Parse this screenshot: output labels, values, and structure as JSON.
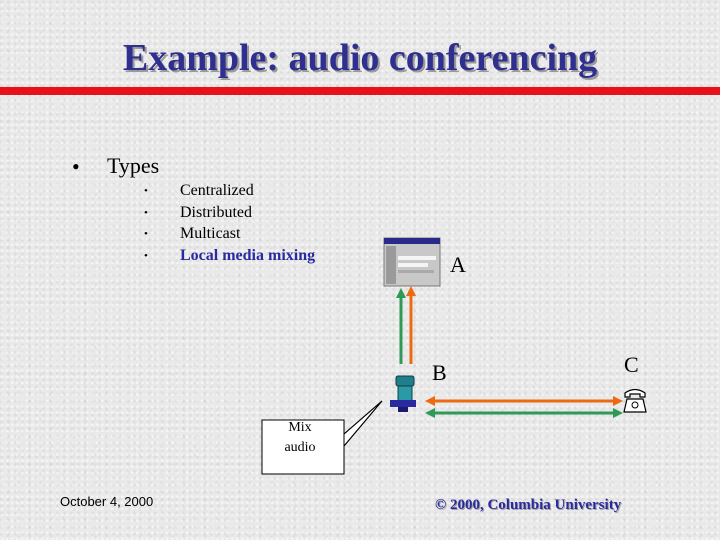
{
  "slide": {
    "title": "Example: audio conferencing",
    "bullet": "•",
    "types_label": "Types",
    "subitems": [
      {
        "bullet": "•",
        "label": "Centralized"
      },
      {
        "bullet": "•",
        "label": "Distributed"
      },
      {
        "bullet": "•",
        "label": "Multicast"
      },
      {
        "bullet": "•",
        "label": "Local media mixing"
      }
    ]
  },
  "diagram": {
    "node_a": "A",
    "node_b": "B",
    "node_c": "C",
    "callout_line1": "Mix",
    "callout_line2": "audio",
    "colors": {
      "green_link": "#2f9a57",
      "orange_link": "#ee6a12",
      "accent_red": "#e8101b",
      "text_blue": "#2a2aa0"
    }
  },
  "footer": {
    "date": "October 4, 2000",
    "copyright": "© 2000, Columbia University"
  }
}
